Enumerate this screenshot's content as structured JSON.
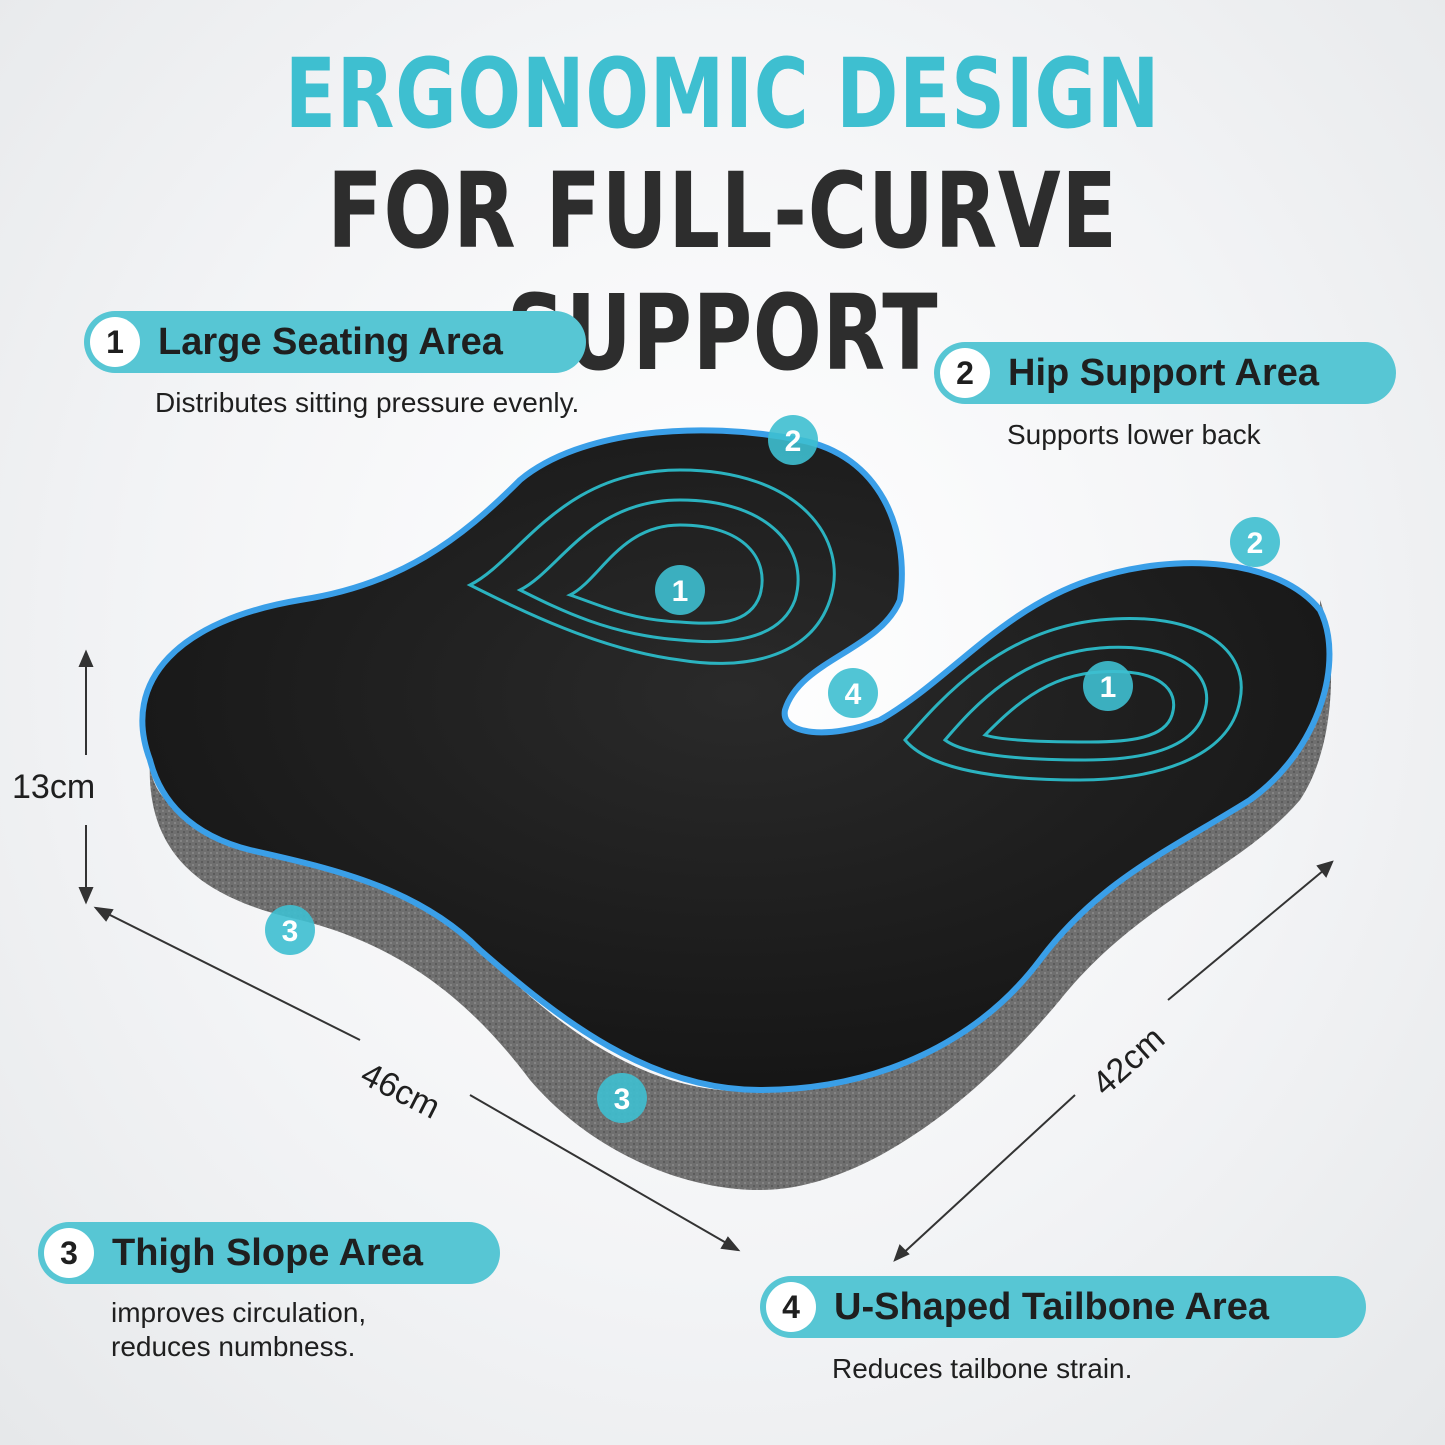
{
  "headline": {
    "line1": "ERGONOMIC DESIGN",
    "line2": "FOR FULL-CURVE SUPPORT"
  },
  "features": [
    {
      "num": "1",
      "label": "Large Seating Area",
      "desc": "Distributes sitting pressure evenly."
    },
    {
      "num": "2",
      "label": "Hip Support Area",
      "desc": "Supports lower back"
    },
    {
      "num": "3",
      "label": "Thigh Slope Area",
      "desc_line1": "improves circulation,",
      "desc_line2": "reduces numbness."
    },
    {
      "num": "4",
      "label": "U-Shaped Tailbone Area",
      "desc": "Reduces tailbone strain."
    }
  ],
  "dimensions": {
    "height": "13cm",
    "width": "46cm",
    "depth": "42cm"
  },
  "markers": {
    "seat": "1",
    "hip": "2",
    "thigh": "3",
    "tailbone": "4"
  },
  "colors": {
    "accent": "#3ebfd0",
    "pill": "#57c6d4",
    "text": "#1f1f1f",
    "cushion_top": "#1e1e1e",
    "cushion_side": "#6b6b6b",
    "piping": "#3a9fe8"
  }
}
